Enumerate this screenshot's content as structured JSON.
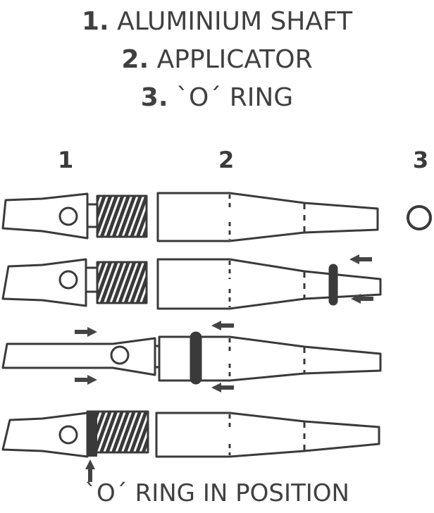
{
  "legend": {
    "items": [
      {
        "number": "1.",
        "label": "ALUMINIUM SHAFT"
      },
      {
        "number": "2.",
        "label": "APPLICATOR"
      },
      {
        "number": "3.",
        "label": "`O´ RING"
      }
    ]
  },
  "columns": {
    "shaft": "1",
    "applicator": "2",
    "oring": "3"
  },
  "steps": [
    {
      "name": "parts-separate"
    },
    {
      "name": "oring-pushed-onto-applicator-tip"
    },
    {
      "name": "shaft-inserted-oring-pushed-back"
    },
    {
      "name": "oring-in-position"
    }
  ],
  "caption": "`O´ RING IN POSITION",
  "colors": {
    "ink": "#3a3a3a",
    "background": "#ffffff"
  }
}
